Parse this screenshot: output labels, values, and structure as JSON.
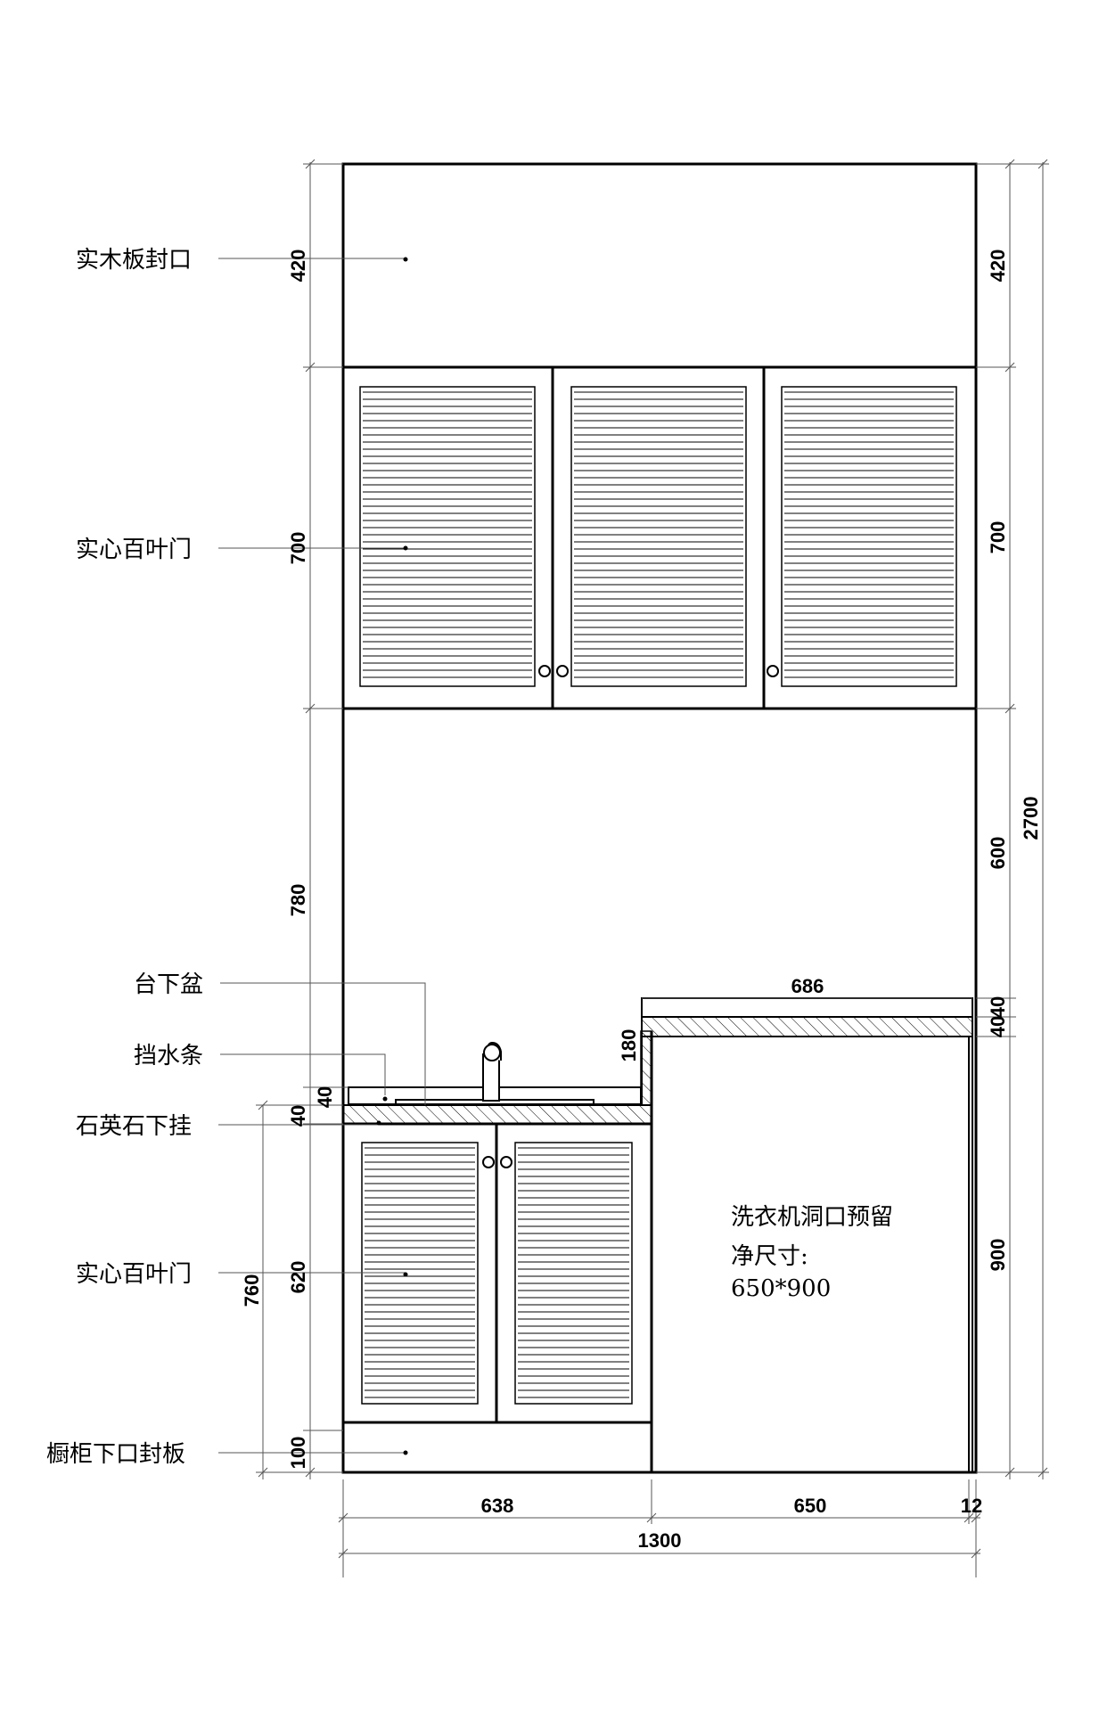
{
  "labels": {
    "top_panel": "实木板封口",
    "upper_doors": "实心百叶门",
    "sink": "台下盆",
    "splash_strip": "挡水条",
    "quartz_hang": "石英石下挂",
    "lower_doors": "实心百叶门",
    "kick_board": "橱柜下口封板"
  },
  "washer_note": {
    "line1": "洗衣机洞口预留",
    "line2": "净尺寸:",
    "line3": "650*900"
  },
  "dimensions": {
    "left_420": "420",
    "left_700": "700",
    "left_780": "780",
    "left_40a": "40",
    "left_40b": "40",
    "left_620": "620",
    "left_100": "100",
    "left_760": "760",
    "right_420": "420",
    "right_700": "700",
    "right_600": "600",
    "right_40a": "40",
    "right_40b": "40",
    "right_900": "900",
    "total_2700": "2700",
    "top_686": "686",
    "left_180": "180",
    "bottom_638": "638",
    "bottom_650": "650",
    "bottom_12": "12",
    "bottom_1300": "1300"
  },
  "colors": {
    "line": "#000000",
    "leader": "#555555",
    "background": "#ffffff"
  }
}
